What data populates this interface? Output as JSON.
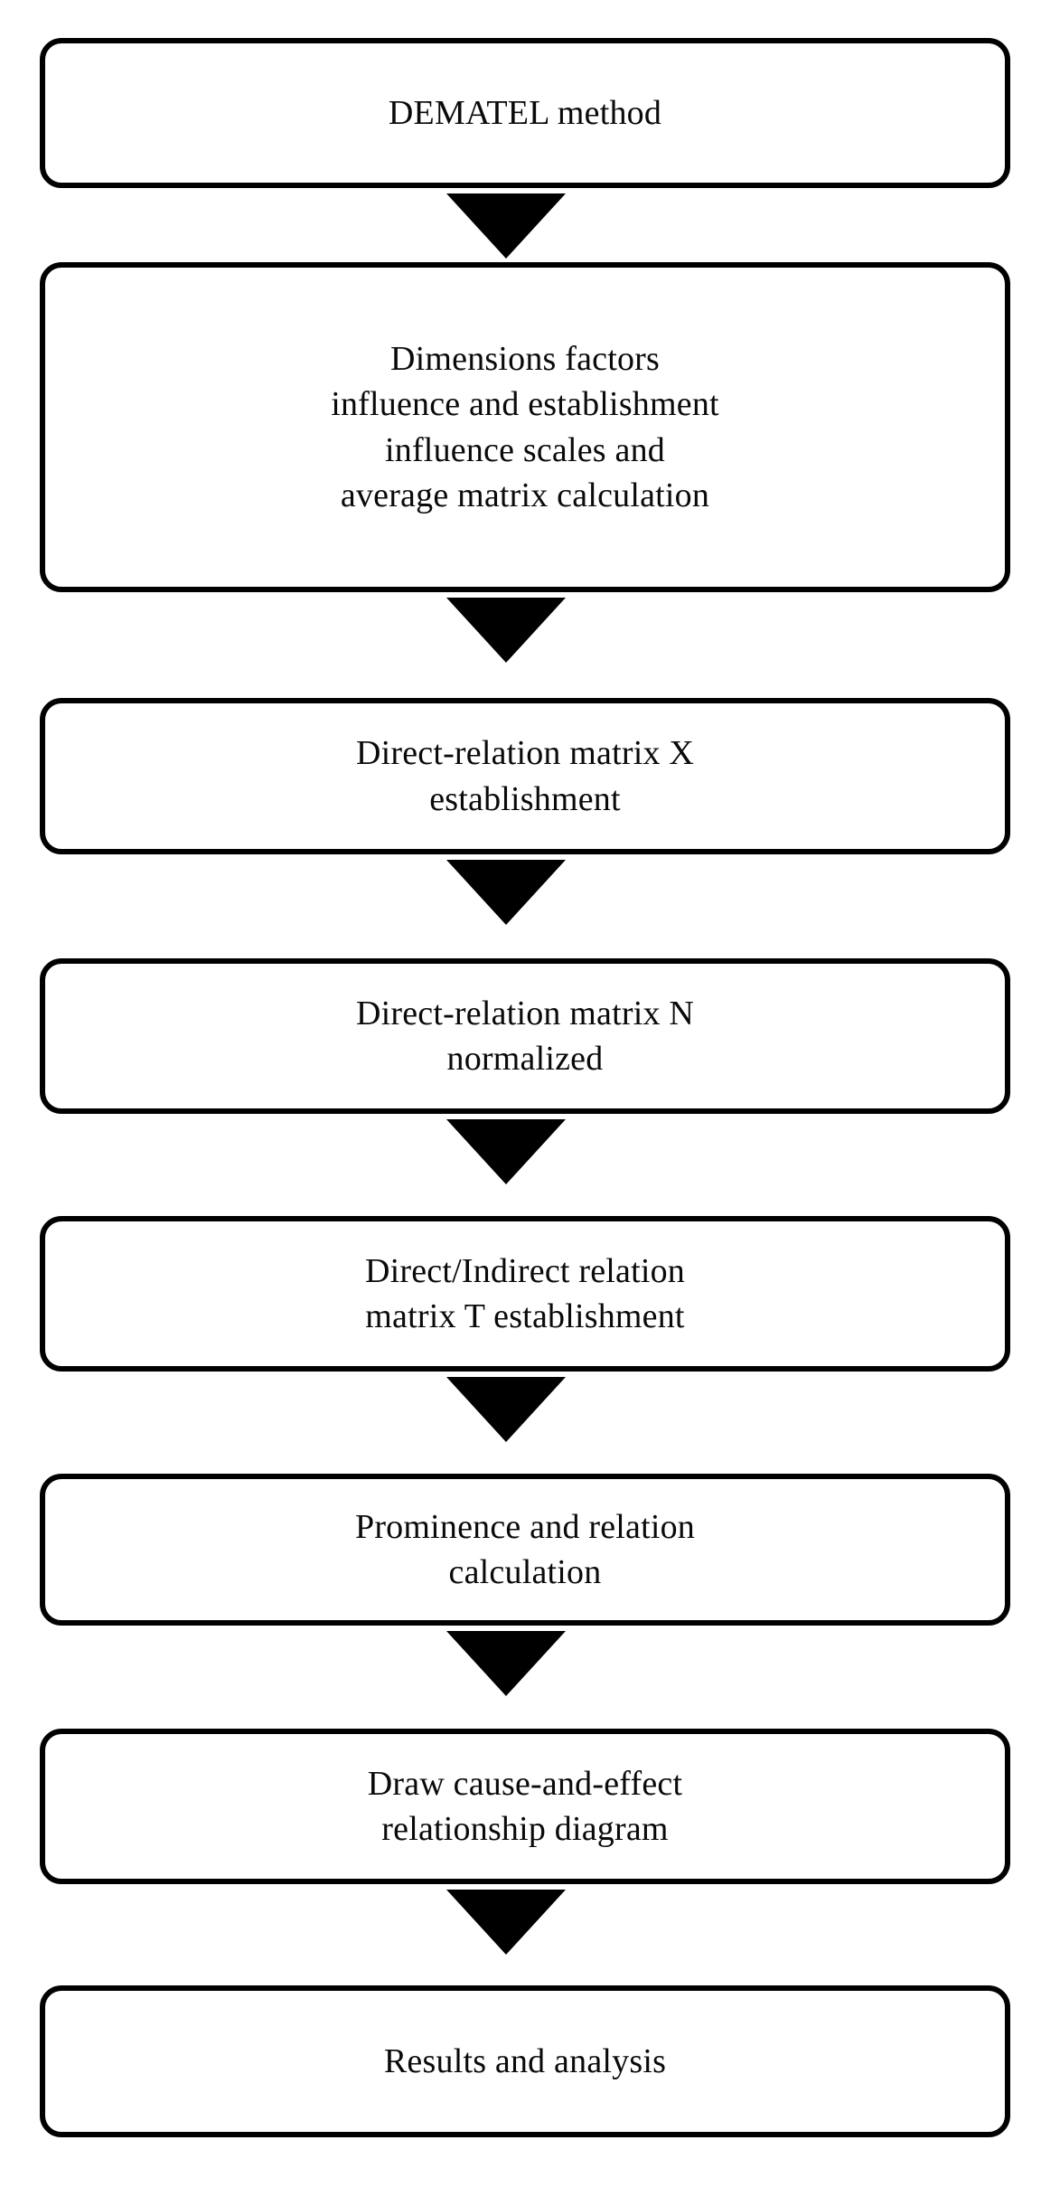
{
  "diagram": {
    "title": "DEMATEL method",
    "orientation": "top-to-bottom",
    "shape": "rounded-rectangle",
    "colors": {
      "stroke": "#000000",
      "fill": "#ffffff",
      "text": "#0a0a0a",
      "arrow": "#000000"
    },
    "nodes": [
      {
        "id": "node-1",
        "step": 1,
        "label": "DEMATEL method",
        "lines": [
          "DEMATEL method"
        ]
      },
      {
        "id": "node-2",
        "step": 2,
        "label": "Dimensions factors\ninfluence and establishment\ninfluence scales and\naverage matrix calculation",
        "lines": [
          "Dimensions factors",
          "influence and establishment",
          "influence scales and",
          "average matrix calculation"
        ]
      },
      {
        "id": "node-3",
        "step": 3,
        "label": "Direct-relation matrix X\nestablishment",
        "lines": [
          "Direct-relation matrix X",
          "establishment"
        ]
      },
      {
        "id": "node-4",
        "step": 4,
        "label": "Direct-relation matrix N\nnormalized",
        "lines": [
          "Direct-relation matrix N",
          "normalized"
        ]
      },
      {
        "id": "node-5",
        "step": 5,
        "label": "Direct/Indirect relation\nmatrix T establishment",
        "lines": [
          "Direct/Indirect relation",
          "matrix T establishment"
        ]
      },
      {
        "id": "node-6",
        "step": 6,
        "label": "Prominence and relation\ncalculation",
        "lines": [
          "Prominence and relation",
          "calculation"
        ]
      },
      {
        "id": "node-7",
        "step": 7,
        "label": "Draw cause-and-effect\nrelationship diagram",
        "lines": [
          "Draw cause-and-effect",
          "relationship diagram"
        ]
      },
      {
        "id": "node-8",
        "step": 8,
        "label": "Results and analysis",
        "lines": [
          "Results and analysis"
        ]
      }
    ],
    "connectors": [
      {
        "id": "arrow-1",
        "from": "node-1",
        "to": "node-2",
        "glyph": "down-triangle-arrow"
      },
      {
        "id": "arrow-2",
        "from": "node-2",
        "to": "node-3",
        "glyph": "down-triangle-arrow"
      },
      {
        "id": "arrow-3",
        "from": "node-3",
        "to": "node-4",
        "glyph": "down-triangle-arrow"
      },
      {
        "id": "arrow-4",
        "from": "node-4",
        "to": "node-5",
        "glyph": "down-triangle-arrow"
      },
      {
        "id": "arrow-5",
        "from": "node-5",
        "to": "node-6",
        "glyph": "down-triangle-arrow"
      },
      {
        "id": "arrow-6",
        "from": "node-6",
        "to": "node-7",
        "glyph": "down-triangle-arrow"
      },
      {
        "id": "arrow-7",
        "from": "node-7",
        "to": "node-8",
        "glyph": "down-triangle-arrow"
      }
    ]
  }
}
